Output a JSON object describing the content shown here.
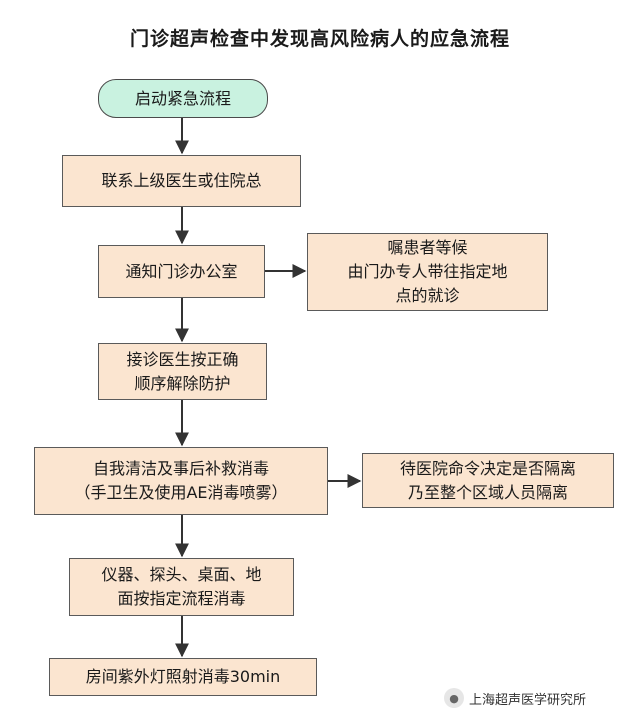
{
  "title": "门诊超声检查中发现高风险病人的应急流程",
  "nodes": {
    "start": [
      "启动紧急流程"
    ],
    "contact": [
      "联系上级医生或住院总"
    ],
    "notify": [
      "通知门诊办公室"
    ],
    "instruct": [
      "嘱患者等候",
      "由门办专人带往指定地",
      "点的就诊"
    ],
    "remove": [
      "接诊医生按正确",
      "顺序解除防护"
    ],
    "disinfect": [
      "自我清洁及事后补救消毒",
      "（手卫生及使用AE消毒喷雾）"
    ],
    "isolate": [
      "待医院命令决定是否隔离",
      "乃至整个区域人员隔离"
    ],
    "equipment": [
      "仪器、探头、桌面、地",
      "面按指定流程消毒"
    ],
    "uv": [
      "房间紫外灯照射消毒30min"
    ]
  },
  "watermark": {
    "text": "上海超声医学研究所",
    "icon": "wechat-icon"
  }
}
